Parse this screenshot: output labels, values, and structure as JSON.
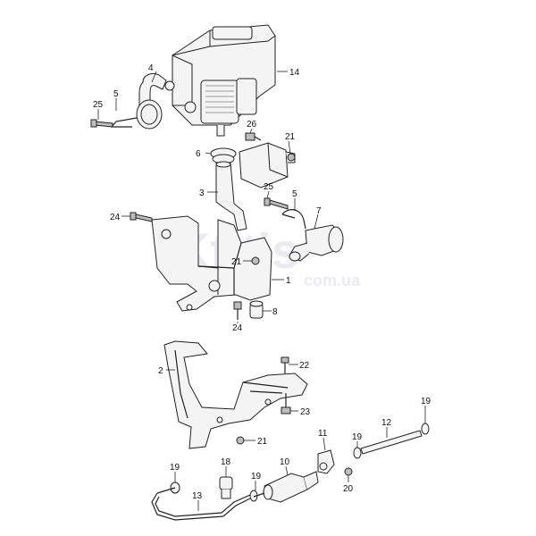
{
  "watermark": {
    "brand": "Ktitis",
    "domain": "com.ua"
  },
  "callouts": {
    "c1": "1",
    "c2": "2",
    "c3": "3",
    "c4": "4",
    "c5a": "5",
    "c5b": "5",
    "c6": "6",
    "c7": "7",
    "c8": "8",
    "c10": "10",
    "c11": "11",
    "c12": "12",
    "c13": "13",
    "c14": "14",
    "c18": "18",
    "c19a": "19",
    "c19b": "19",
    "c19c": "19",
    "c19d": "19",
    "c20": "20",
    "c21a": "21",
    "c21b": "21",
    "c21c": "21",
    "c22": "22",
    "c23": "23",
    "c24a": "24",
    "c24b": "24",
    "c25a": "25",
    "c25b": "25",
    "c26": "26"
  }
}
